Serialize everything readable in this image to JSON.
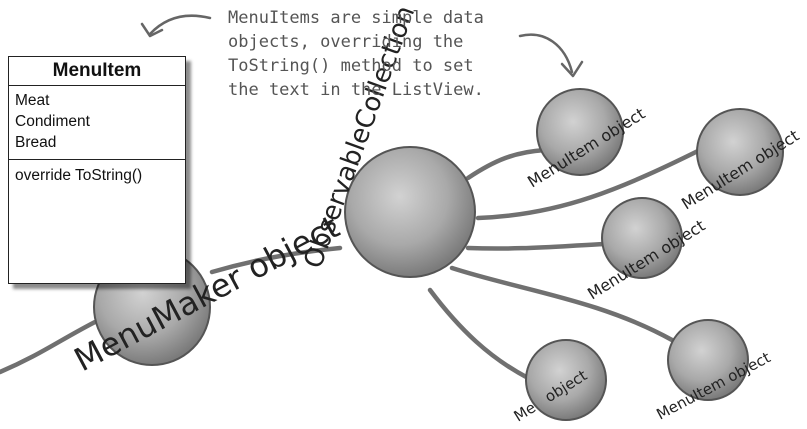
{
  "class_box": {
    "title": "MenuItem",
    "fields": [
      "Meat",
      "Condiment",
      "Bread"
    ],
    "methods": [
      "override ToString()"
    ]
  },
  "annotation": {
    "lines": [
      "MenuItems are simple data",
      "objects, overriding the",
      "ToString() method to set",
      "the text in the ListView."
    ]
  },
  "objects": {
    "menumaker": "MenuMaker object",
    "collection": "ObservableCollection",
    "menuitem": "MenuItem object",
    "menuitem_partial": "Me   object"
  }
}
